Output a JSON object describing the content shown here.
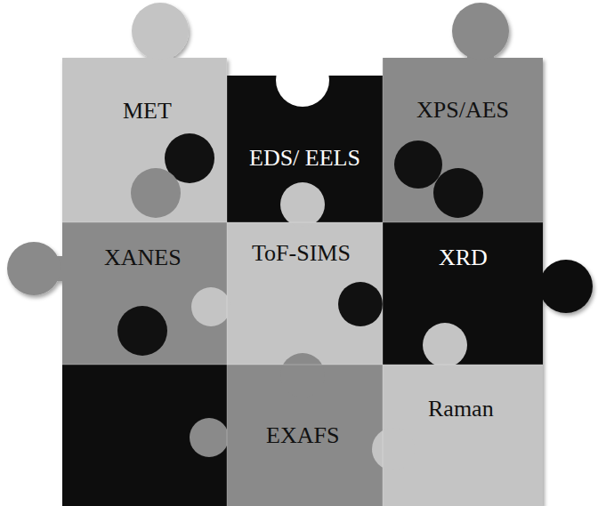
{
  "diagram": {
    "nodes": [
      {
        "text": [
          "MET"
        ]
      },
      {
        "text": [
          "EDS/ EELS"
        ]
      },
      {
        "text": [
          "XPS/AES"
        ]
      },
      {
        "text": [
          "XANES"
        ]
      },
      {
        "text": [
          "ToF-SIMS"
        ]
      },
      {
        "text": [
          "XRD"
        ]
      },
      {
        "text": [
          "Raman"
        ]
      },
      {
        "text": [
          "EXAFS"
        ]
      }
    ]
  }
}
